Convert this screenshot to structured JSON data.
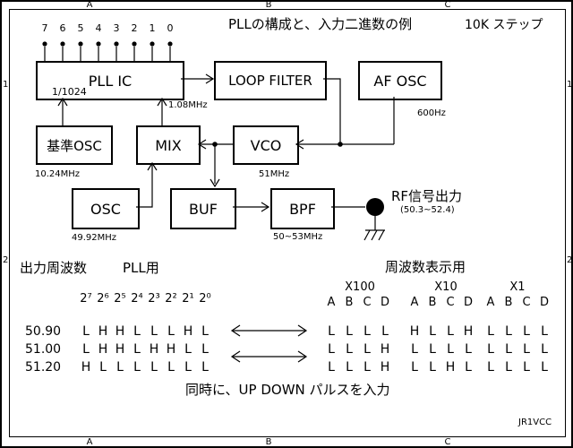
{
  "frame": {
    "top_markers": [
      "A",
      "B",
      "C"
    ],
    "bottom_markers": [
      "A",
      "B",
      "C"
    ],
    "left_markers": [
      "1",
      "2"
    ],
    "right_markers": [
      "1",
      "2"
    ],
    "credit": "JR1VCC"
  },
  "title": {
    "main": "PLLの構成と、入力二進数の例",
    "step": "10K ステップ"
  },
  "diagram": {
    "pll_ic": {
      "label": "PLL IC",
      "divider": "1/1024"
    },
    "loop_filter": {
      "label": "LOOP FILTER"
    },
    "af_osc": {
      "label": "AF OSC",
      "freq": "600Hz"
    },
    "ref_osc": {
      "label": "基準OSC",
      "freq": "10.24MHz"
    },
    "mix": {
      "label": "MIX",
      "freq": "1.08MHz"
    },
    "vco": {
      "label": "VCO",
      "freq": "51MHz"
    },
    "osc": {
      "label": "OSC",
      "freq": "49.92MHz"
    },
    "buf": {
      "label": "BUF"
    },
    "bpf": {
      "label": "BPF",
      "freq": "50~53MHz"
    },
    "pins": [
      "7",
      "6",
      "5",
      "4",
      "3",
      "2",
      "1",
      "0"
    ],
    "rf_output": {
      "label": "RF信号出力",
      "range": "(50.3~52.4)"
    }
  },
  "table": {
    "left_title": "出力周波数",
    "pll_title": "PLL用",
    "display_title": "周波数表示用",
    "bit_headers": [
      "2⁷",
      "2⁶",
      "2⁵",
      "2⁴",
      "2³",
      "2²",
      "2¹",
      "2⁰"
    ],
    "group_headers": [
      "X100",
      "X10",
      "X1"
    ],
    "abcd": [
      "A",
      "B",
      "C",
      "D"
    ],
    "rows": [
      {
        "freq": "50.90",
        "pll": [
          "L",
          "H",
          "H",
          "L",
          "L",
          "L",
          "H",
          "L"
        ],
        "display": [
          [
            "L",
            "L",
            "L",
            "L"
          ],
          [
            "H",
            "L",
            "L",
            "H"
          ],
          [
            "L",
            "L",
            "L",
            "L"
          ]
        ]
      },
      {
        "freq": "51.00",
        "pll": [
          "L",
          "H",
          "H",
          "L",
          "H",
          "H",
          "L",
          "L"
        ],
        "display": [
          [
            "L",
            "L",
            "L",
            "H"
          ],
          [
            "L",
            "L",
            "L",
            "L"
          ],
          [
            "L",
            "L",
            "L",
            "L"
          ]
        ]
      },
      {
        "freq": "51.20",
        "pll": [
          "H",
          "L",
          "L",
          "L",
          "L",
          "L",
          "L",
          "L"
        ],
        "display": [
          [
            "L",
            "L",
            "L",
            "H"
          ],
          [
            "L",
            "L",
            "H",
            "L"
          ],
          [
            "L",
            "L",
            "L",
            "L"
          ]
        ]
      }
    ],
    "note": "同時に、UP DOWN パルスを入力"
  }
}
